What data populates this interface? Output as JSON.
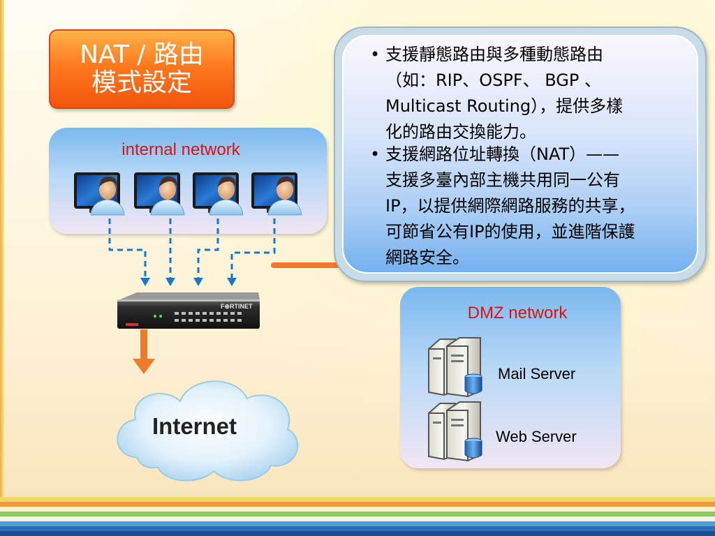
{
  "slide": {
    "title_line1": "NAT / 路由",
    "title_line2": "模式設定"
  },
  "internal_network": {
    "label": "internal network",
    "hosts": 4
  },
  "dmz_network": {
    "label": "DMZ network",
    "servers": [
      {
        "label": "Mail Server",
        "icon": "server-icon"
      },
      {
        "label": "Web Server",
        "icon": "server-icon"
      }
    ]
  },
  "internet": {
    "label": "Internet"
  },
  "firewall": {
    "brand": "F⊕RTINET",
    "icon": "firewall-appliance-icon"
  },
  "callout": {
    "bullet1": {
      "lines": [
        "支援靜態路由與多種動態路由",
        "（如：RIP、OSPF、 BGP 、",
        " Multicast Routing），提供多樣",
        "  化的路由交換能力。"
      ]
    },
    "bullet2": {
      "lines": [
        "支援網路位址轉換（NAT）——",
        "支援多臺內部主機共用同一公有",
        "IP，以提供網際網路服務的共享，",
        "可節省公有IP的使用，並進階保護",
        " 網路安全。"
      ]
    },
    "bullet_symbol": "•"
  },
  "colors": {
    "accent_orange": "#f1540e",
    "arrow_blue": "#1976c8",
    "label_red": "#e01010"
  }
}
